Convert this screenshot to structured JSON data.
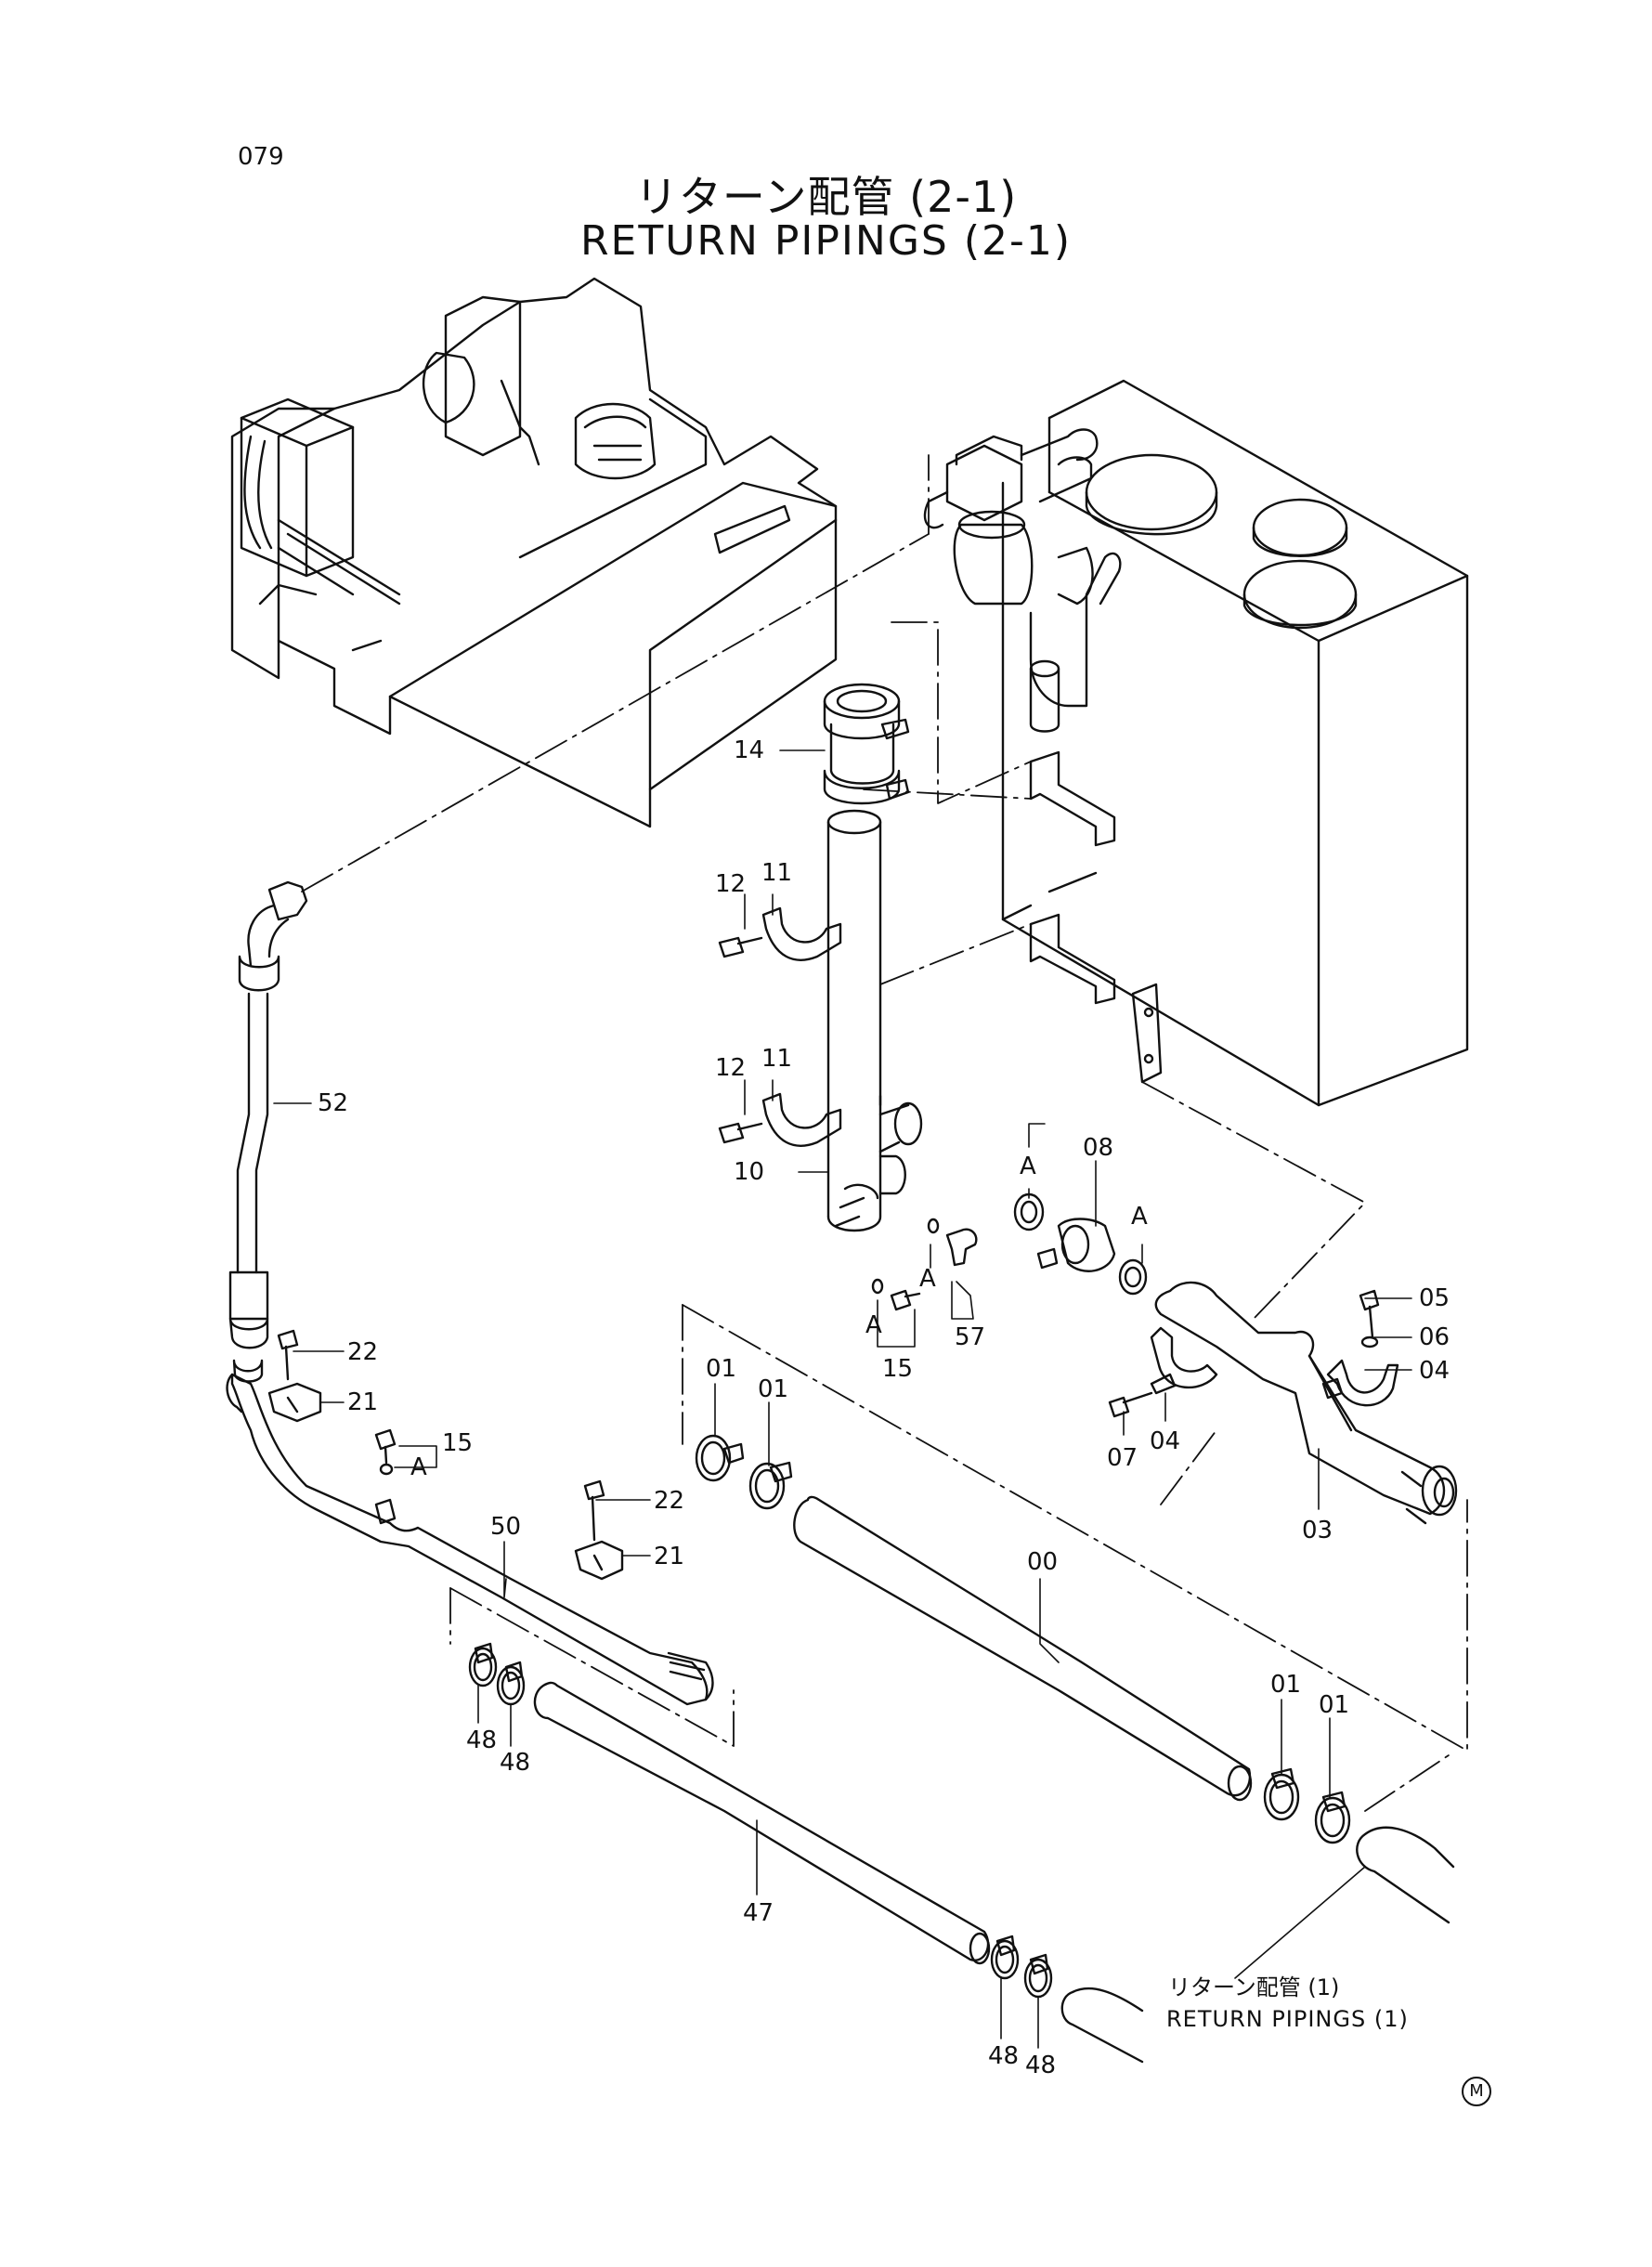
{
  "page_number": "079",
  "title": {
    "jp": "リターン配管 (2-1)",
    "en": "RETURN PIPINGS (2-1)"
  },
  "reference": {
    "jp": "リターン配管 (1)",
    "en": "RETURN PIPINGS (1)"
  },
  "footer_mark": "M",
  "callouts": {
    "c00": "00",
    "c01a": "01",
    "c01b": "01",
    "c01c": "01",
    "c01d": "01",
    "c03": "03",
    "c04a": "04",
    "c04b": "04",
    "c05": "05",
    "c06": "06",
    "c07": "07",
    "c08": "08",
    "c10": "10",
    "c11a": "11",
    "c11b": "11",
    "c12a": "12",
    "c12b": "12",
    "c14": "14",
    "c15a": "15",
    "c15b": "15",
    "c21a": "21",
    "c21b": "21",
    "c22a": "22",
    "c22b": "22",
    "c47": "47",
    "c48a": "48",
    "c48b": "48",
    "c48c": "48",
    "c48d": "48",
    "c50": "50",
    "c52": "52",
    "c57": "57",
    "cA1": "A",
    "cA2": "A",
    "cA3": "A",
    "cA4": "A",
    "cA5": "A"
  }
}
